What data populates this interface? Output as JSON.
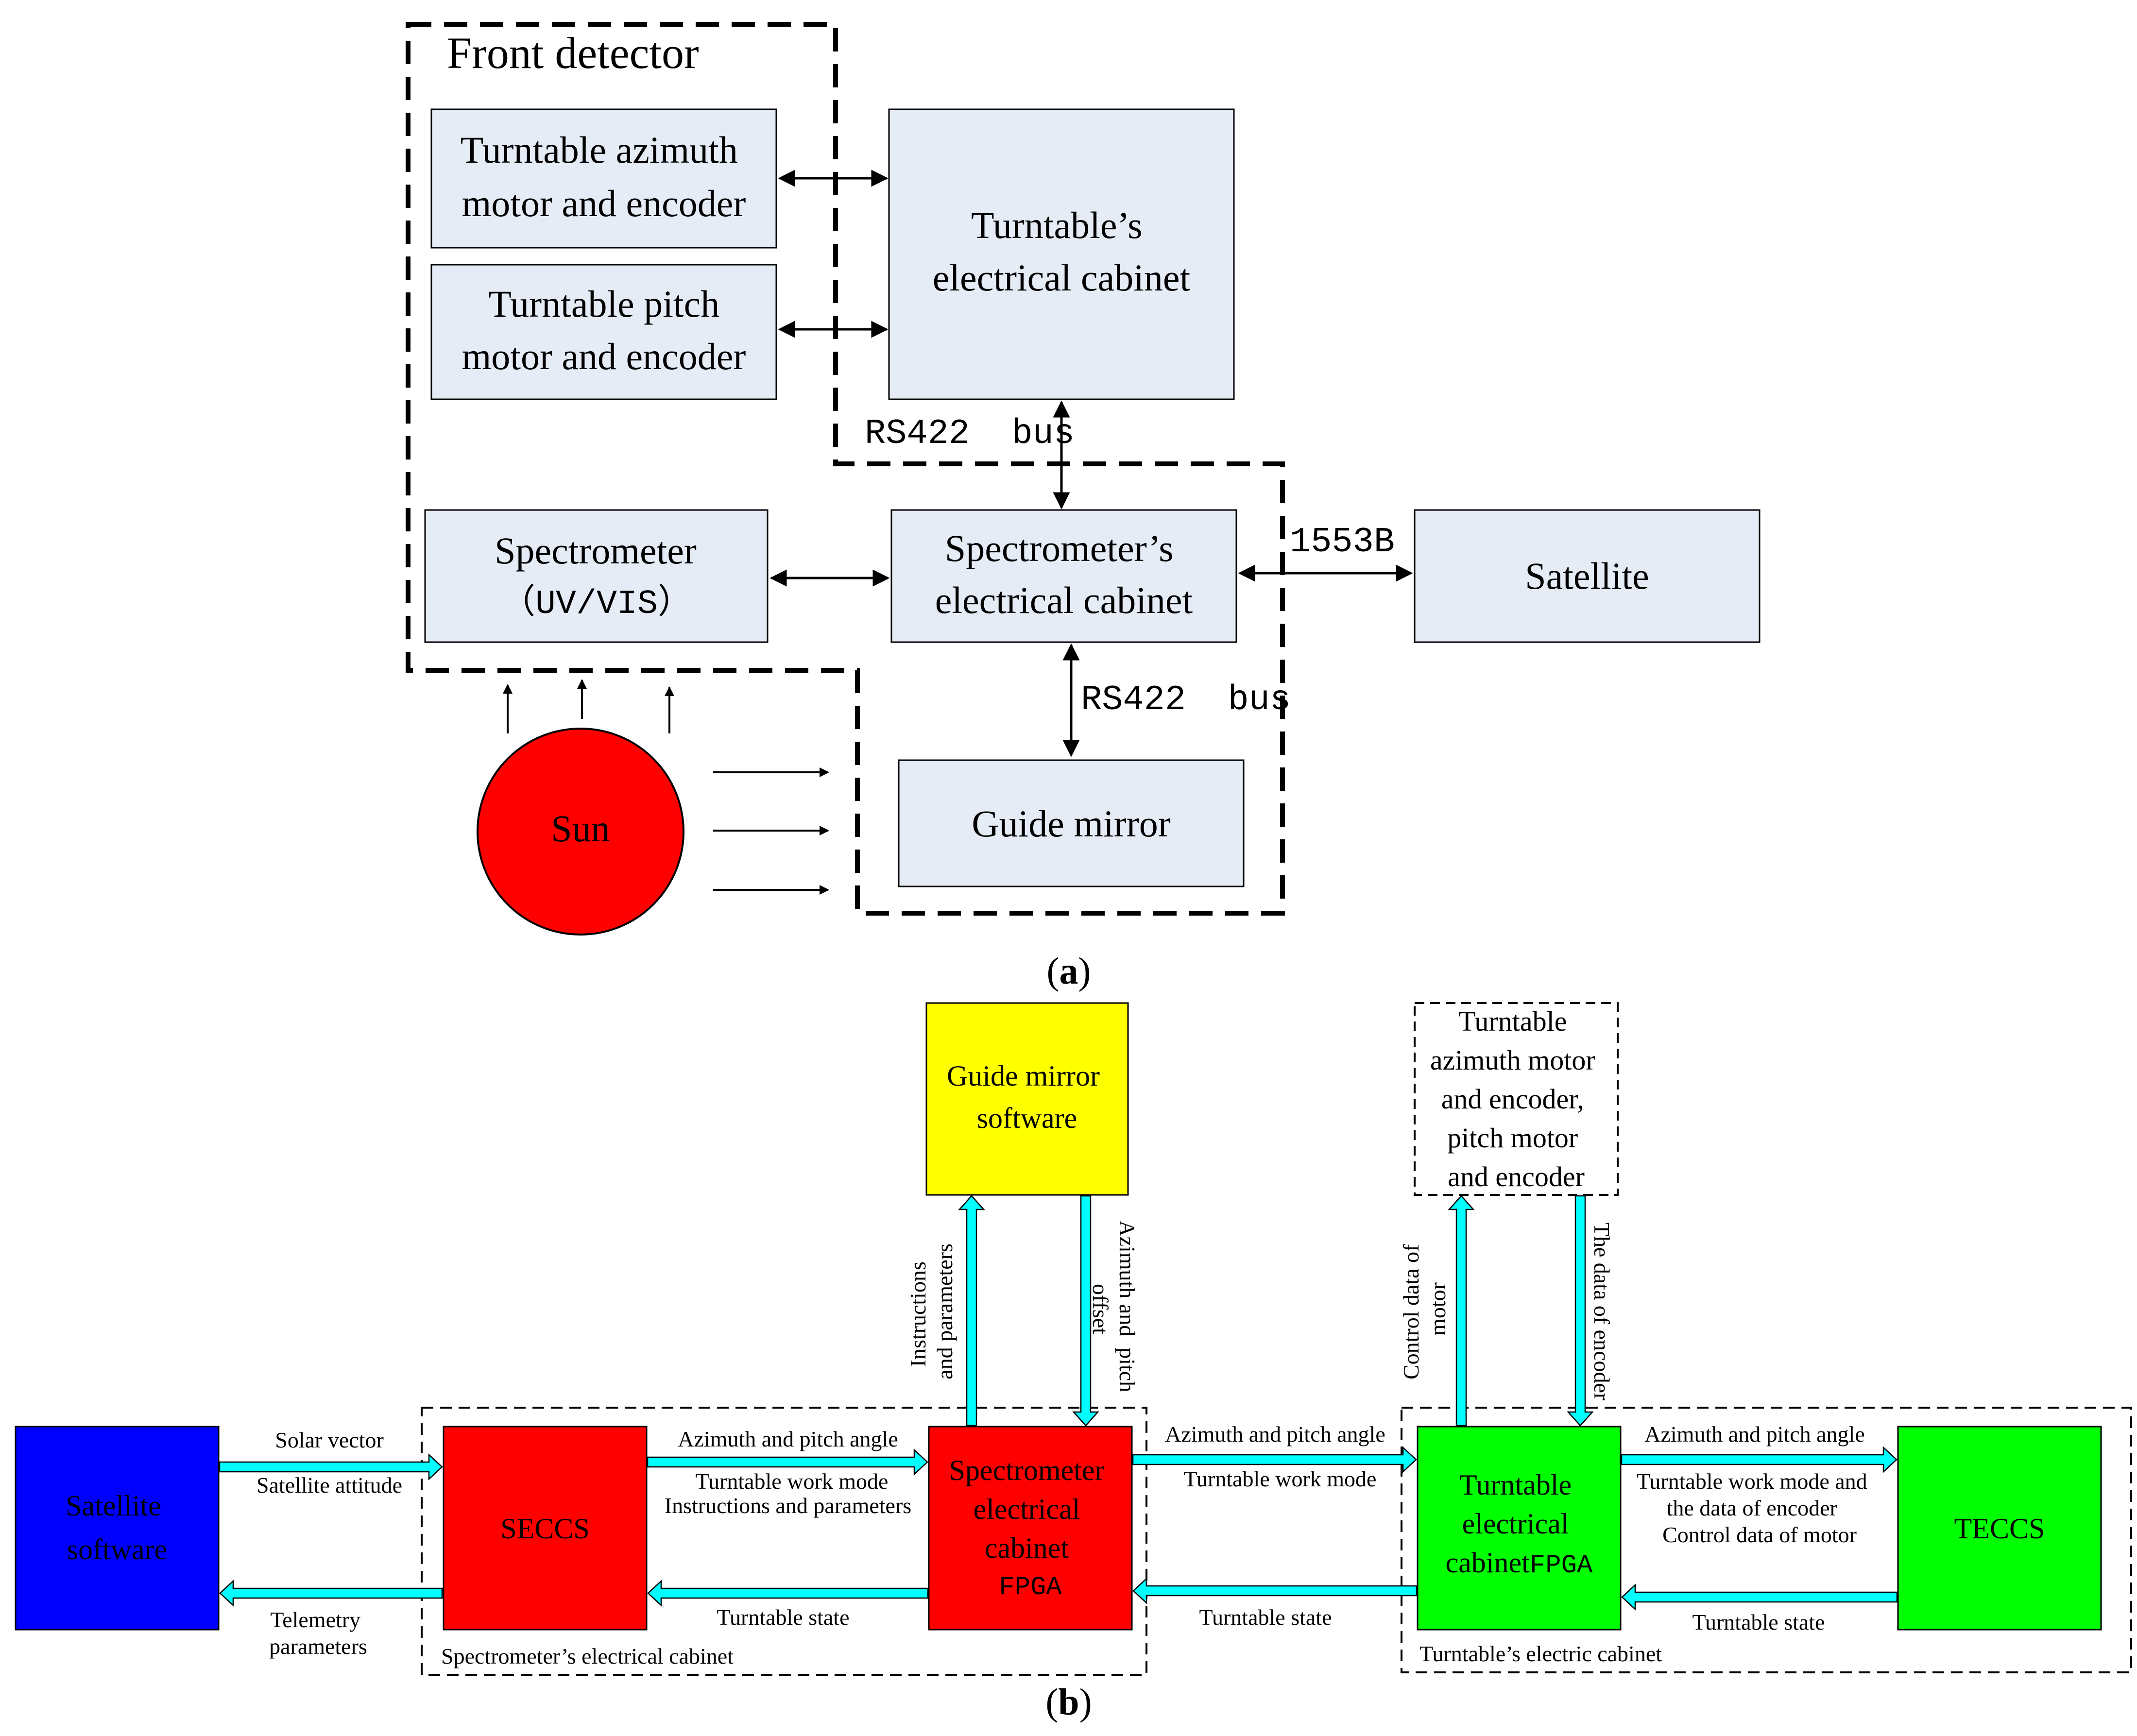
{
  "panel_a": {
    "caption_open": "(",
    "caption_letter": "a",
    "caption_close": ")",
    "front_detector_label": "Front detector",
    "turntable_azimuth": [
      "Turntable azimuth",
      "motor and encoder"
    ],
    "turntable_pitch": [
      "Turntable pitch",
      "motor and encoder"
    ],
    "turntable_cabinet": [
      "Turntable’s",
      "electrical cabinet"
    ],
    "rs422_top": "RS422  bus",
    "spectrometer": [
      "Spectrometer",
      "（UV/VIS）"
    ],
    "spectrometer_cabinet": [
      "Spectrometer’s",
      "electrical cabinet"
    ],
    "bus_1553b": "1553B",
    "satellite": "Satellite",
    "rs422_bottom": "RS422  bus",
    "guide_mirror": "Guide mirror",
    "sun": "Sun"
  },
  "panel_b": {
    "caption_open": "(",
    "caption_letter": "b",
    "caption_close": ")",
    "guide_mirror_software": [
      "Guide mirror",
      "software"
    ],
    "motors_box": [
      "Turntable",
      "azimuth motor",
      "and encoder,",
      "pitch motor",
      "and encoder"
    ],
    "instructions_label": [
      "Instructions",
      "and parameters"
    ],
    "azimuth_offset_label": [
      "Azimuth and  pitch",
      "offset"
    ],
    "control_data_label": [
      "Control data of",
      "motor"
    ],
    "encoder_data_label": "The data of encoder",
    "satellite_software": [
      "Satellite",
      "software"
    ],
    "solar_vector": "Solar vector",
    "satellite_attitude": "Satellite attitude",
    "telemetry": [
      "Telemetry",
      "parameters"
    ],
    "seccs": "SECCS",
    "spec_to_seccs_top": "Azimuth and pitch angle",
    "seccs_to_spec_1": "Turntable work mode",
    "seccs_to_spec_2": "Instructions and parameters",
    "turntable_state_1": "Turntable state",
    "spec_fpga": [
      "Spectrometer",
      "electrical",
      "cabinet",
      "FPGA"
    ],
    "mid_angle": "Azimuth and pitch angle",
    "mid_mode": "Turntable work mode",
    "turntable_state_2": "Turntable state",
    "turn_fpga": [
      "Turntable",
      "electrical",
      "cabinet",
      "FPGA"
    ],
    "right_angle": "Azimuth and pitch angle",
    "right_mode": [
      "Turntable work mode and",
      "the data of encoder",
      "Control data of motor"
    ],
    "turntable_state_3": "Turntable state",
    "teccs": "TECCS",
    "spec_cabinet_label": "Spectrometer’s electrical cabinet",
    "turn_cabinet_label": "Turntable’s electric cabinet"
  },
  "colors": {
    "box_fill": "#e6ecf6",
    "sun": "#ff0000",
    "yellow": "#ffff00",
    "blue": "#0000ff",
    "red": "#ff0000",
    "green": "#00ff00",
    "cyan": "#00ffff"
  }
}
